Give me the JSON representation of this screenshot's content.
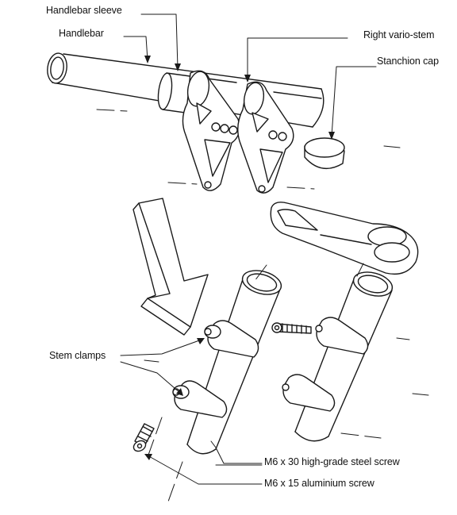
{
  "labels": {
    "handlebar_sleeve": "Handlebar sleeve",
    "handlebar": "Handlebar",
    "right_vario_stem": "Right vario-stem",
    "stanchion_cap": "Stanchion cap",
    "stem_clamps": "Stem clamps",
    "steel_screw": "M6 x 30 high-grade steel screw",
    "aluminium_screw": "M6 x 15 aluminium screw"
  },
  "colors": {
    "line": "#1a1a1a",
    "background": "#ffffff"
  }
}
